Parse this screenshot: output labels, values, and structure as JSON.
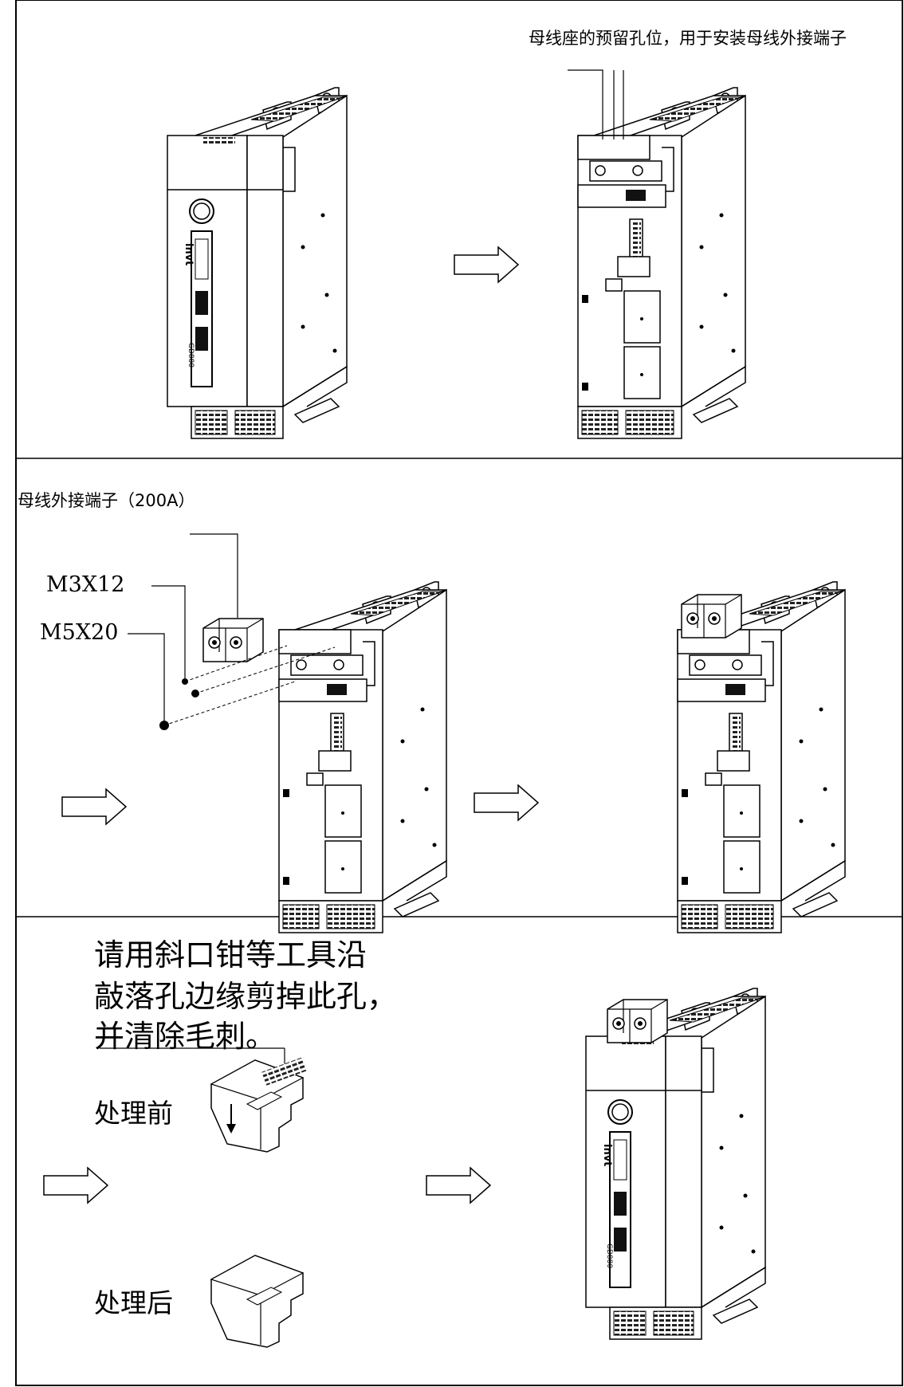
{
  "panel1": {
    "note": "母线座的预留孔位，用于安装母线外接端子"
  },
  "panel2": {
    "title": "母线外接端子（200A）",
    "screw_m3": "M3X12",
    "screw_m5": "M5X20"
  },
  "panel3": {
    "instruction_line1": "请用斜口钳等工具沿",
    "instruction_line2": "敲落孔边缘剪掉此孔，",
    "instruction_line3": "并清除毛刺。",
    "before": "处理前",
    "after": "处理后"
  },
  "product": {
    "brand": "invt",
    "model": "GD880"
  },
  "colors": {
    "line": "#000000",
    "background": "#ffffff",
    "hatch": "#333333"
  }
}
